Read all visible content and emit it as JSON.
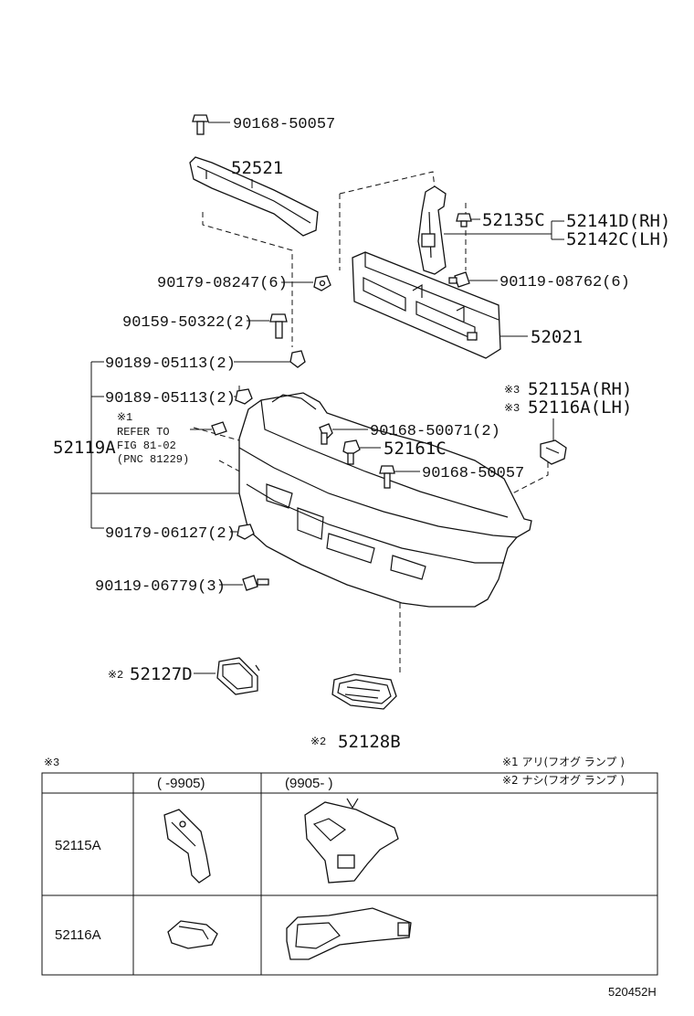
{
  "callouts": {
    "bolt_top": "90168-50057",
    "reinforcement": "52521",
    "bracket_center": "52135C",
    "bracket_rh": "52141D(RH)",
    "bracket_lh": "52142C(LH)",
    "nut_6": "90179-08247(6)",
    "bolt_6": "90119-08762(6)",
    "bolt_2": "90159-50322(2)",
    "absorber": "52021",
    "clip_a": "90189-05113(2)",
    "clip_b": "90189-05113(2)",
    "cover": "52119A",
    "ref_mark": "※1",
    "ref_line1": "REFER TO",
    "ref_line2": "FIG 81-02",
    "ref_line3": "(PNC 81229)",
    "screw_2": "90168-50071(2)",
    "retainer": "52161C",
    "bolt_lower": "90168-50057",
    "side_rh": "52115A(RH)",
    "side_lh": "52116A(LH)",
    "side_mark": "※3",
    "nut_lower": "90179-06127(2)",
    "bolt_3": "90119-06779(3)",
    "grille_left": "52127D",
    "grille_right": "52128B",
    "grille_mark": "※2"
  },
  "notes": {
    "n1": "※1 アリ(フオグ  ランプ )",
    "n2": "※2 ナシ(フオグ  ランプ )"
  },
  "table": {
    "mark": "※3",
    "col1": "(    -9905)",
    "col2": "(9905-    )",
    "row1": "52115A",
    "row2": "52116A"
  },
  "diagram_id": "520452H"
}
